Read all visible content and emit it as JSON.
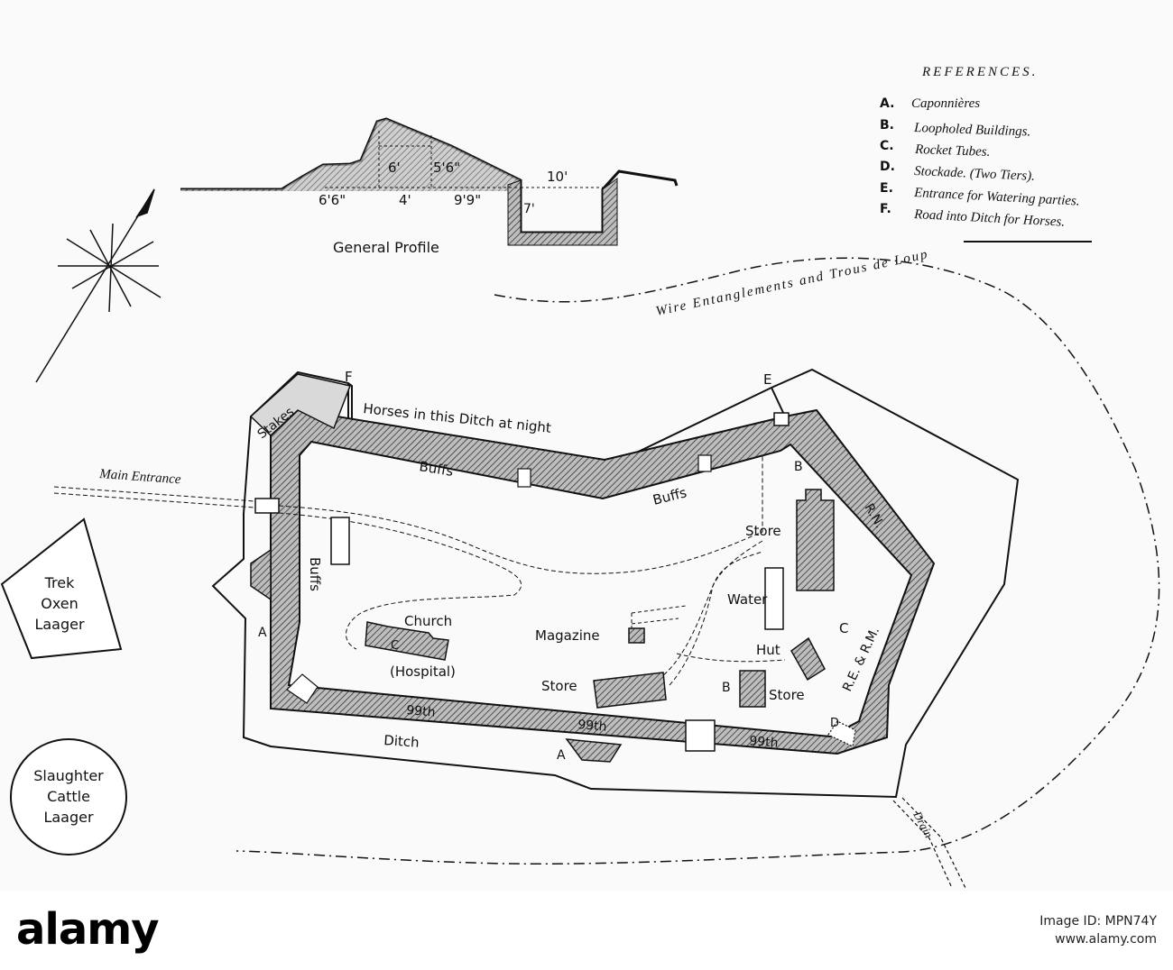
{
  "references": {
    "title": "REFERENCES.",
    "items": [
      {
        "key": "A.",
        "text": "Caponnières"
      },
      {
        "key": "B.",
        "text": "Loopholed Buildings."
      },
      {
        "key": "C.",
        "text": "Rocket Tubes."
      },
      {
        "key": "D.",
        "text": "Stockade. (Two Tiers)."
      },
      {
        "key": "E.",
        "text": "Entrance for Watering parties."
      },
      {
        "key": "F.",
        "text": "Road into Ditch for Horses."
      }
    ]
  },
  "profile": {
    "title": "General Profile",
    "dims": [
      "6'",
      "5'6\"",
      "10'",
      "6'6\"",
      "4'",
      "9'9\"",
      "7'"
    ]
  },
  "labels": {
    "wire": "Wire Entanglements and Trous de Loup",
    "main_entrance": "Main Entrance",
    "horses_ditch": "Horses in this Ditch at night",
    "stakes": "Stakes",
    "f": "F",
    "e": "E",
    "buffs1": "Buffs",
    "buffs2": "Buffs",
    "buffs3": "Buffs",
    "rn": "R.N.",
    "re_rm": "R.E. & R.M.",
    "store1": "Store",
    "water": "Water",
    "church": "Church",
    "hospital": "(Hospital)",
    "magazine": "Magazine",
    "store2": "Store",
    "hut": "Hut",
    "b1": "B",
    "b2": "B",
    "store3": "Store",
    "c1": "C",
    "c2": "C",
    "d": "D",
    "a1": "A",
    "a2": "A",
    "ninetynine1": "99th",
    "ninetynine2": "99th",
    "ninetynine3": "99th",
    "ditch": "Ditch",
    "drain": "Drain"
  },
  "laagers": {
    "trek": [
      "Trek",
      "Oxen",
      "Laager"
    ],
    "slaughter": [
      "Slaughter",
      "Cattle",
      "Laager"
    ]
  },
  "watermark": {
    "logo": "alamy",
    "image_id": "Image ID: MPN74Y",
    "site": "www.alamy.com"
  }
}
